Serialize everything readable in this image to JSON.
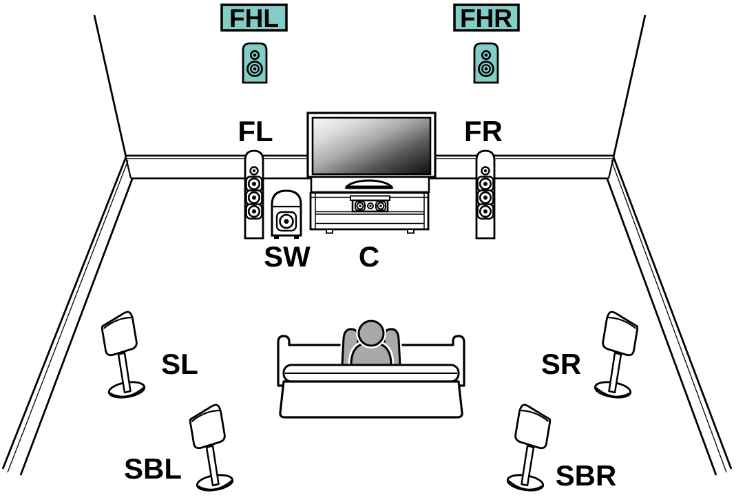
{
  "diagram": {
    "kind": "home-theater-speaker-layout",
    "background_color": "#ffffff",
    "outline_color": "#000000",
    "highlight_color": "#82cdc7",
    "listener_color": "#a9a9a9",
    "screen_gradient_start": "#f8f8f8",
    "screen_gradient_end": "#0d0d0d"
  },
  "speakers": [
    {
      "id": "fhl",
      "label": "FHL",
      "type": "front-height-left",
      "icon": "bookshelf-speaker-icon",
      "highlighted": true
    },
    {
      "id": "fhr",
      "label": "FHR",
      "type": "front-height-right",
      "icon": "bookshelf-speaker-icon",
      "highlighted": true
    },
    {
      "id": "fl",
      "label": "FL",
      "type": "front-left",
      "icon": "tower-speaker-icon",
      "highlighted": false
    },
    {
      "id": "fr",
      "label": "FR",
      "type": "front-right",
      "icon": "tower-speaker-icon",
      "highlighted": false
    },
    {
      "id": "sw",
      "label": "SW",
      "type": "subwoofer",
      "icon": "subwoofer-icon",
      "highlighted": false
    },
    {
      "id": "c",
      "label": "C",
      "type": "center",
      "icon": "center-speaker-icon",
      "highlighted": false
    },
    {
      "id": "sl",
      "label": "SL",
      "type": "surround-left",
      "icon": "satellite-speaker-icon",
      "highlighted": false
    },
    {
      "id": "sr",
      "label": "SR",
      "type": "surround-right",
      "icon": "satellite-speaker-icon",
      "highlighted": false
    },
    {
      "id": "sbl",
      "label": "SBL",
      "type": "surround-back-left",
      "icon": "satellite-speaker-icon",
      "highlighted": false
    },
    {
      "id": "sbr",
      "label": "SBR",
      "type": "surround-back-right",
      "icon": "satellite-speaker-icon",
      "highlighted": false
    }
  ],
  "scene": [
    "room-walls",
    "tv",
    "tv-stand",
    "sofa",
    "listener-silhouette"
  ]
}
